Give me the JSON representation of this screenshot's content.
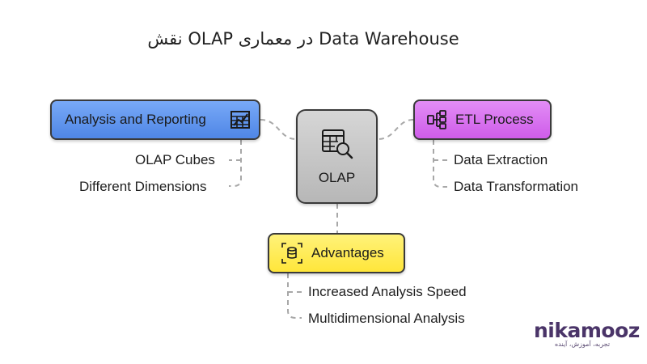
{
  "title": "نقش OLAP در معماری Data Warehouse",
  "center": {
    "label": "OLAP",
    "icon": "table-search-icon"
  },
  "branches": {
    "analysis": {
      "label": "Analysis and Reporting",
      "icon": "spreadsheet-chart-icon",
      "color": "#5b8ff0",
      "items": [
        "OLAP Cubes",
        "Different Dimensions"
      ]
    },
    "etl": {
      "label": "ETL Process",
      "icon": "pipeline-flow-icon",
      "color": "#d96cf0",
      "items": [
        "Data Extraction",
        "Data Transformation"
      ]
    },
    "advantages": {
      "label": "Advantages",
      "icon": "database-expand-icon",
      "color": "#ffe94a",
      "items": [
        "Increased Analysis Speed",
        "Multidimensional Analysis"
      ]
    }
  },
  "logo": {
    "name": "nikamooz",
    "tagline": "تجربه، آموزش، آینده"
  }
}
